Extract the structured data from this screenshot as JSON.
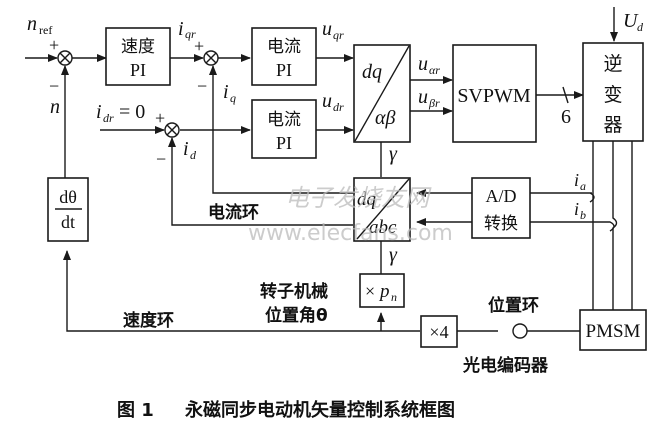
{
  "title": "永磁同步电动机矢量控制系统框图",
  "figure_label": "图 1",
  "watermark": {
    "cn": "电子发烧友网",
    "url": "www.elecfans.com"
  },
  "blocks": {
    "speed_pi": {
      "line1": "速度",
      "line2": "PI"
    },
    "current_pi_q": {
      "line1": "电流",
      "line2": "PI"
    },
    "current_pi_d": {
      "line1": "电流",
      "line2": "PI"
    },
    "park_inverse": {
      "top": "dq",
      "bottom": "αβ"
    },
    "svpwm": {
      "label": "SVPWM"
    },
    "inverter": {
      "line1": "逆",
      "line2": "变",
      "line3": "器"
    },
    "park_forward": {
      "top": "dq",
      "bottom": "abc"
    },
    "adc": {
      "line1": "A/D",
      "line2": "转换"
    },
    "derivative": {
      "num": "dθ",
      "den": "dt"
    },
    "pole_pairs": {
      "times": "×",
      "var": "p",
      "sub": "n"
    },
    "times4": {
      "label": "×4"
    },
    "pmsm": {
      "label": "PMSM"
    }
  },
  "signals": {
    "n_ref": {
      "main": "n",
      "sub": "ref"
    },
    "n": "n",
    "i_qr": {
      "main": "i",
      "sub": "qr"
    },
    "i_q": {
      "main": "i",
      "sub": "q"
    },
    "i_dr": {
      "main": "i",
      "sub": "dr",
      "eq": "= 0"
    },
    "i_d": {
      "main": "i",
      "sub": "d"
    },
    "u_qr": {
      "main": "u",
      "sub": "qr"
    },
    "u_dr": {
      "main": "u",
      "sub": "dr"
    },
    "u_ar": {
      "main": "u",
      "sub": "αr"
    },
    "u_br": {
      "main": "u",
      "sub": "βr"
    },
    "U_d": {
      "main": "U",
      "sub": "d"
    },
    "i_a": {
      "main": "i",
      "sub": "a"
    },
    "i_b": {
      "main": "i",
      "sub": "b"
    },
    "gamma": "γ",
    "bus_width": "6"
  },
  "signs": {
    "plus": "+",
    "minus": "−"
  },
  "labels": {
    "current_loop": "电流环",
    "speed_loop": "速度环",
    "position_loop": "位置环",
    "rotor_angle_line1": "转子机械",
    "rotor_angle_line2": "位置角θ",
    "encoder": "光电编码器"
  }
}
